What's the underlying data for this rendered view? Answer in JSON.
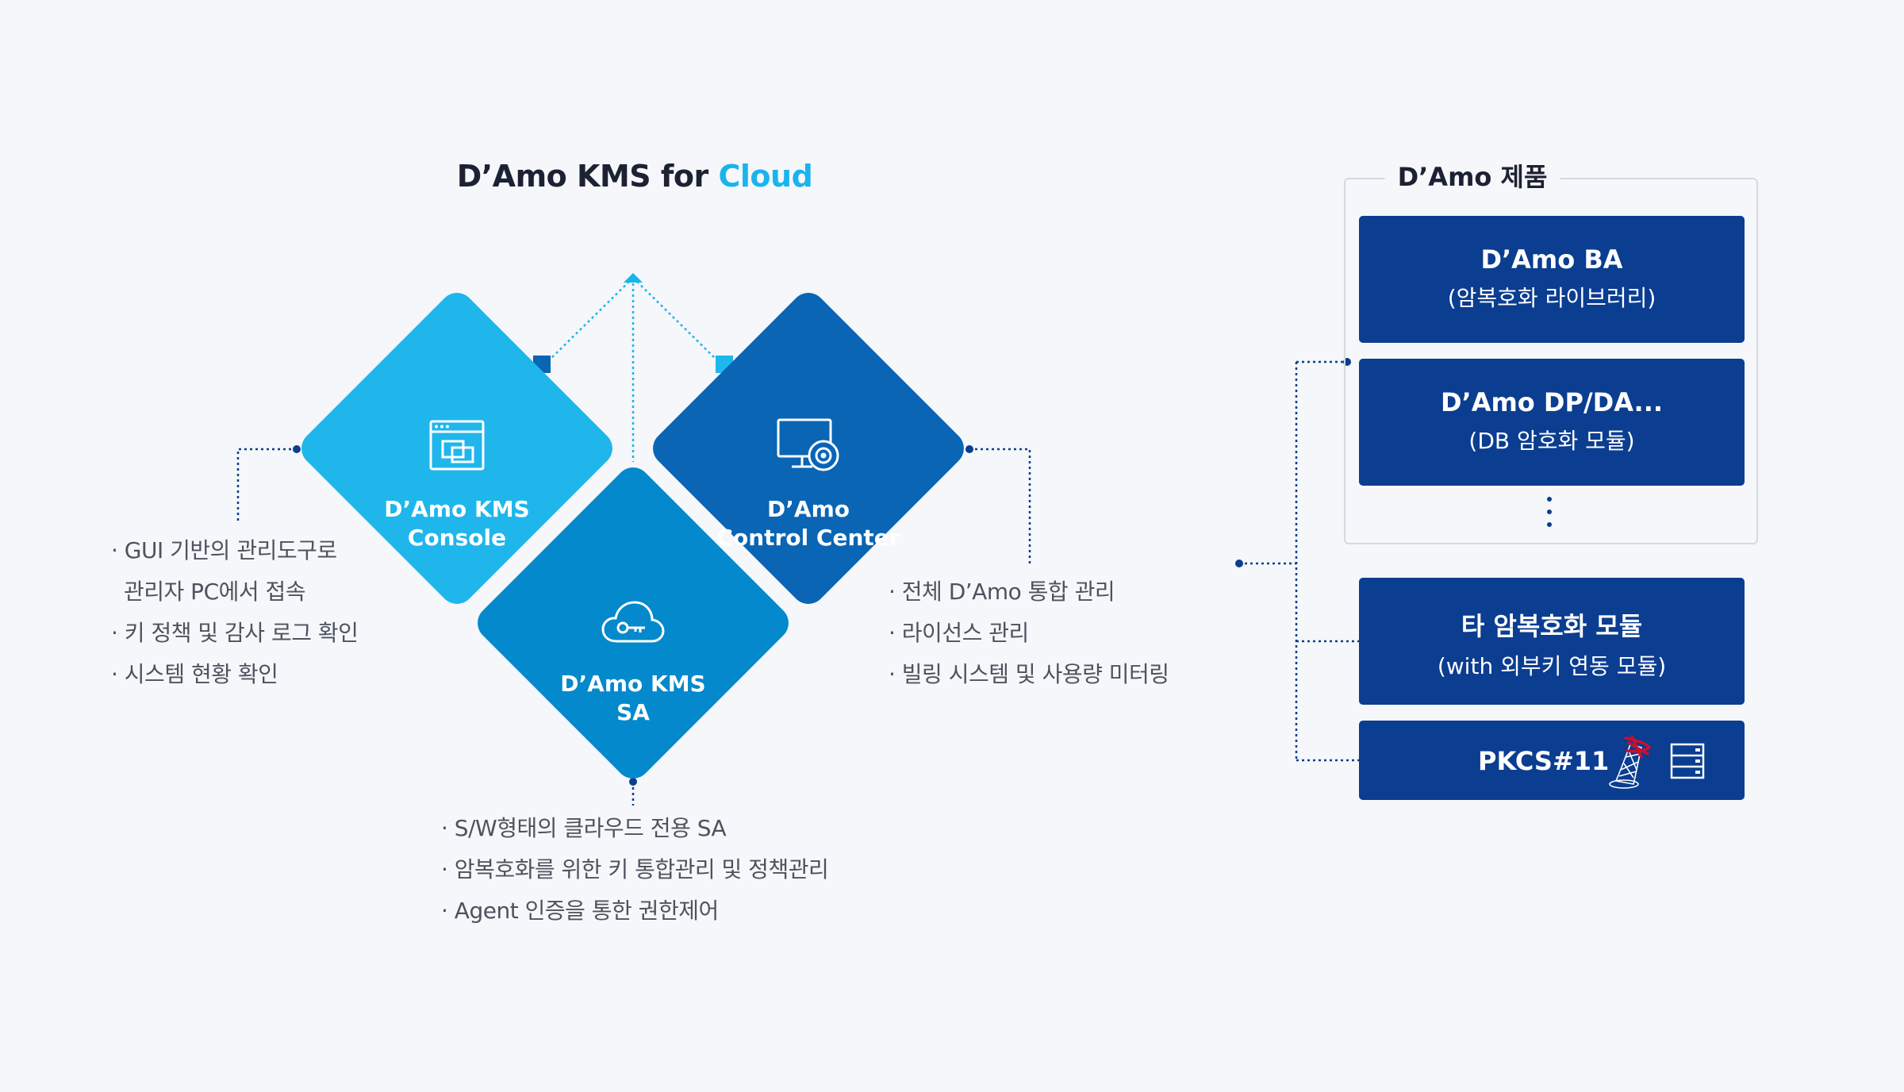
{
  "title": {
    "main": "D’Amo KMS for",
    "accent": "Cloud"
  },
  "colors": {
    "console": "#1fb6ec",
    "control_center": "#0a65b4",
    "sa": "#0389cc",
    "product_box": "#0b3d91",
    "accent": "#1ab4ec",
    "connector": "#0b3d91"
  },
  "diamonds": {
    "console": {
      "line1": "D’Amo KMS",
      "line2": "Console",
      "icon": "window-icon"
    },
    "control_center": {
      "line1": "D’Amo",
      "line2": "Control Center",
      "icon": "monitor-settings-icon"
    },
    "sa": {
      "line1": "D’Amo KMS",
      "line2": "SA",
      "icon": "cloud-key-icon"
    }
  },
  "bullets": {
    "console": [
      "· GUI 기반의 관리도구로",
      "관리자 PC에서 접속",
      "· 키 정책 및 감사 로그 확인",
      "· 시스템 현황 확인"
    ],
    "control_center": [
      "· 전체 D’Amo 통합 관리",
      "· 라이선스 관리",
      "· 빌링 시스템 및 사용량 미터링"
    ],
    "sa": [
      "· S/W형태의 클라우드 전용 SA",
      "· 암복호화를 위한 키 통합관리 및 정책관리",
      "· Agent 인증을 통한 권한제어"
    ]
  },
  "products": {
    "group_title": "D’Amo 제품",
    "items": [
      {
        "title": "D’Amo BA",
        "sub": "(암복호화 라이브러리)"
      },
      {
        "title": "D’Amo DP/DA...",
        "sub": "(DB 암호화 모듈)"
      },
      {
        "title": "타 암복호화 모듈",
        "sub": "(with 외부키 연동 모듈)"
      },
      {
        "title": "PKCS#11",
        "icons": [
          "hsm-network-icon",
          "server-rack-icon"
        ]
      }
    ]
  }
}
